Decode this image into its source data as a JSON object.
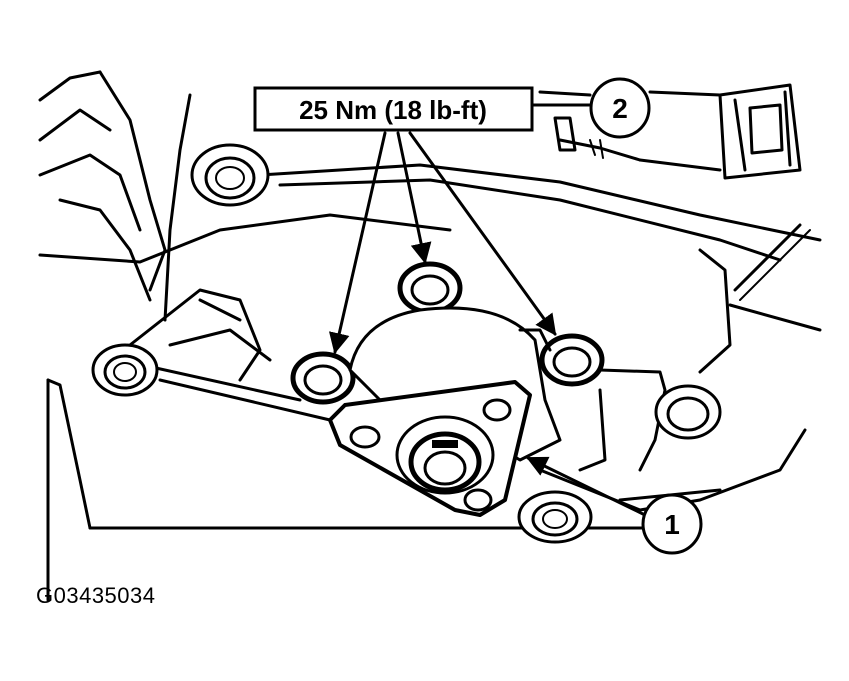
{
  "diagram": {
    "torque_label": "25 Nm (18 lb-ft)",
    "callouts": [
      {
        "number": "1"
      },
      {
        "number": "2"
      }
    ],
    "figure_id": "G03435034"
  }
}
